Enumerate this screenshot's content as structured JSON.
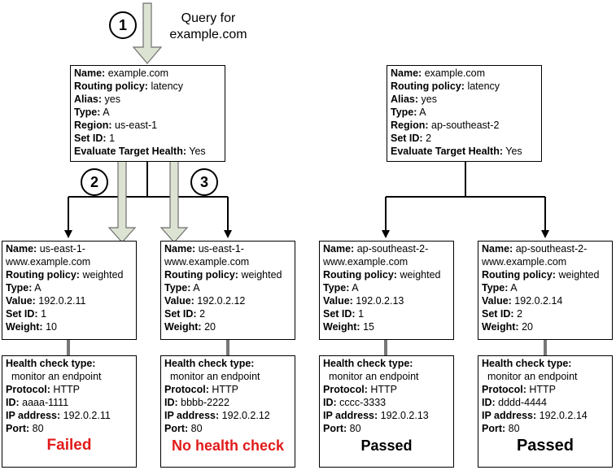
{
  "query_caption": [
    "Query for",
    "example.com"
  ],
  "steps": [
    "1",
    "2",
    "3"
  ],
  "colors": {
    "failed": "#e21a1a",
    "normal": "#000000",
    "arrow_fill": "#dde3d2",
    "arrow_stroke": "#6e6e6e"
  },
  "alias_records": [
    {
      "lines": [
        {
          "key": "Name:",
          "value": " example.com"
        },
        {
          "key": "Routing policy:",
          "value": " latency"
        },
        {
          "key": "Alias:",
          "value": " yes"
        },
        {
          "key": "Type:",
          "value": " A"
        },
        {
          "key": "Region:",
          "value": " us-east-1"
        },
        {
          "key": "Set ID:",
          "value": " 1"
        },
        {
          "key": "Evaluate Target Health:",
          "value": " Yes"
        }
      ]
    },
    {
      "lines": [
        {
          "key": "Name:",
          "value": " example.com"
        },
        {
          "key": "Routing policy:",
          "value": " latency"
        },
        {
          "key": "Alias:",
          "value": " yes"
        },
        {
          "key": "Type:",
          "value": " A"
        },
        {
          "key": "Region:",
          "value": " ap-southeast-2"
        },
        {
          "key": "Set ID:",
          "value": " 2"
        },
        {
          "key": "Evaluate Target Health:",
          "value": " Yes"
        }
      ]
    }
  ],
  "weighted_records": [
    {
      "lines": [
        {
          "key": "Name:",
          "value": " us-east-1-"
        },
        {
          "key": "",
          "value": "www.example.com"
        },
        {
          "key": "Routing policy:",
          "value": " weighted"
        },
        {
          "key": "Type:",
          "value": " A"
        },
        {
          "key": "Value:",
          "value": " 192.0.2.11"
        },
        {
          "key": "Set ID:",
          "value": " 1"
        },
        {
          "key": "Weight:",
          "value": " 10"
        }
      ]
    },
    {
      "lines": [
        {
          "key": "Name:",
          "value": " us-east-1-"
        },
        {
          "key": "",
          "value": "www.example.com"
        },
        {
          "key": "Routing policy:",
          "value": " weighted"
        },
        {
          "key": "Type:",
          "value": " A"
        },
        {
          "key": "Value:",
          "value": " 192.0.2.12"
        },
        {
          "key": "Set ID:",
          "value": " 2"
        },
        {
          "key": "Weight:",
          "value": " 20"
        }
      ]
    },
    {
      "lines": [
        {
          "key": "Name:",
          "value": " ap-southeast-2-"
        },
        {
          "key": "",
          "value": "www.example.com"
        },
        {
          "key": "Routing policy:",
          "value": " weighted"
        },
        {
          "key": "Type:",
          "value": " A"
        },
        {
          "key": "Value:",
          "value": " 192.0.2.13"
        },
        {
          "key": "Set ID:",
          "value": " 1"
        },
        {
          "key": "Weight:",
          "value": " 15"
        }
      ]
    },
    {
      "lines": [
        {
          "key": "Name:",
          "value": " ap-southeast-2-"
        },
        {
          "key": "",
          "value": "www.example.com"
        },
        {
          "key": "Routing policy:",
          "value": " weighted"
        },
        {
          "key": "Type:",
          "value": " A"
        },
        {
          "key": "Value:",
          "value": " 192.0.2.14"
        },
        {
          "key": "Set ID:",
          "value": " 2"
        },
        {
          "key": "Weight:",
          "value": " 20"
        }
      ]
    }
  ],
  "health_checks": [
    {
      "lines": [
        {
          "key": "Health check type:",
          "value": ""
        },
        {
          "key": "",
          "value": "monitor an endpoint",
          "indent": true
        },
        {
          "key": "Protocol:",
          "value": " HTTP"
        },
        {
          "key": "ID:",
          "value": " aaaa-1111"
        },
        {
          "key": "IP address:",
          "value": " 192.0.2.11"
        },
        {
          "key": "Port:",
          "value": " 80"
        }
      ],
      "status": "Failed",
      "status_color": "#e21a1a"
    },
    {
      "lines": [
        {
          "key": "Health check type:",
          "value": ""
        },
        {
          "key": "",
          "value": "monitor an endpoint",
          "indent": true
        },
        {
          "key": "Protocol:",
          "value": " HTTP"
        },
        {
          "key": "ID:",
          "value": " bbbb-2222"
        },
        {
          "key": "IP address:",
          "value": " 192.0.2.12"
        },
        {
          "key": "Port:",
          "value": " 80"
        }
      ],
      "status": "No health check",
      "status_color": "#e21a1a"
    },
    {
      "lines": [
        {
          "key": "Health check type:",
          "value": ""
        },
        {
          "key": "",
          "value": "monitor an endpoint",
          "indent": true
        },
        {
          "key": "Protocol:",
          "value": " HTTP"
        },
        {
          "key": "ID:",
          "value": " cccc-3333"
        },
        {
          "key": "IP address:",
          "value": " 192.0.2.13"
        },
        {
          "key": "Port:",
          "value": " 80"
        }
      ],
      "status": "Passed",
      "status_color": "#000000"
    },
    {
      "lines": [
        {
          "key": "Health check type:",
          "value": ""
        },
        {
          "key": "",
          "value": "monitor an endpoint",
          "indent": true
        },
        {
          "key": "Protocol:",
          "value": " HTTP"
        },
        {
          "key": "ID:",
          "value": " dddd-4444"
        },
        {
          "key": "IP address:",
          "value": " 192.0.2.14"
        },
        {
          "key": "Port:",
          "value": " 80"
        }
      ],
      "status": "Passed",
      "status_color": "#000000"
    }
  ]
}
